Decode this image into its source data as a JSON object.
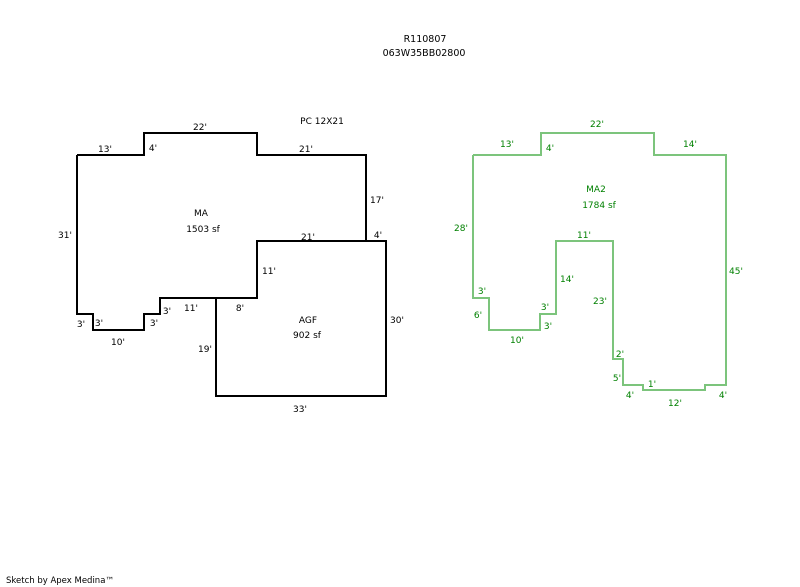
{
  "header": {
    "record_id": "R110807",
    "map_number": "063W35BB02800"
  },
  "annotation": "PC 12X21",
  "footer": "Sketch by Apex Medina™",
  "colors": {
    "main_outline": "#000000",
    "ma2_outline": "#7cc47c",
    "ma2_text": "#008000"
  },
  "areas": {
    "ma": {
      "name": "MA",
      "area": "1503 sf"
    },
    "agf": {
      "name": "AGF",
      "area": "902 sf"
    },
    "ma2": {
      "name": "MA2",
      "area": "1784 sf"
    }
  },
  "dimensions": {
    "ma": [
      "13'",
      "4'",
      "22'",
      "21'",
      "17'",
      "31'",
      "3'",
      "3'",
      "10'",
      "3'",
      "3'",
      "11'"
    ],
    "agf": [
      "21'",
      "4'",
      "11'",
      "8'",
      "19'",
      "30'",
      "33'"
    ],
    "ma2": [
      "13'",
      "4'",
      "22'",
      "14'",
      "28'",
      "45'",
      "11'",
      "14'",
      "3'",
      "6'",
      "10'",
      "3'",
      "3'",
      "23'",
      "2'",
      "5'",
      "4'",
      "1'",
      "12'",
      "4'"
    ]
  }
}
